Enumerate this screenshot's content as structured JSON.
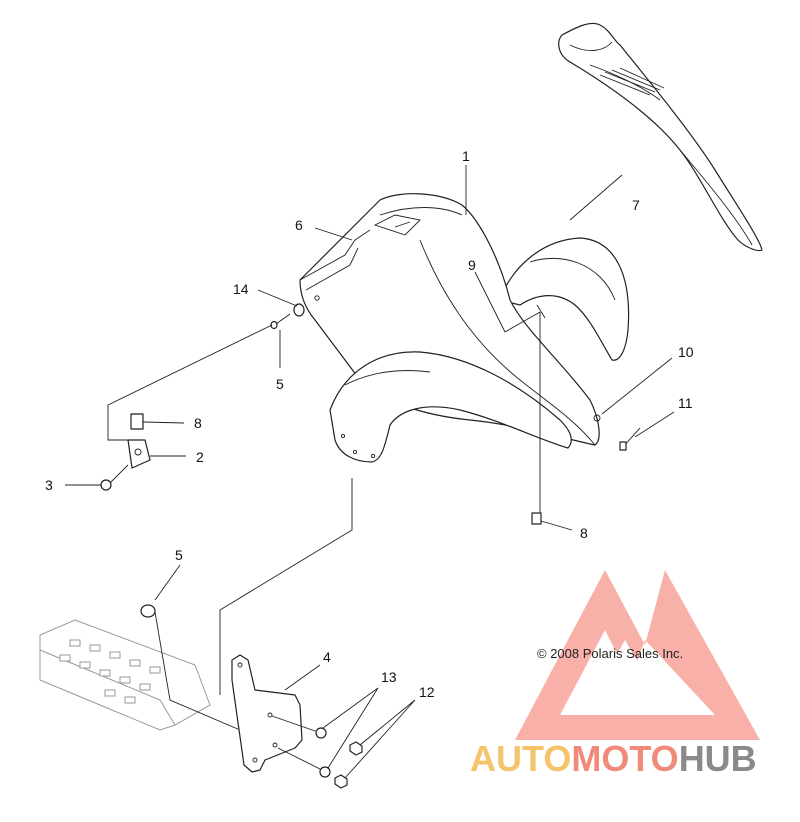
{
  "diagram": {
    "callouts": [
      "1",
      "2",
      "3",
      "4",
      "5",
      "5",
      "6",
      "7",
      "8",
      "8",
      "9",
      "10",
      "11",
      "12",
      "13",
      "14"
    ],
    "copyright": "© 2008 Polaris Sales Inc."
  },
  "watermark": {
    "part1": "AUTO",
    "part2": "MOTO",
    "part3": "HUB",
    "colors": {
      "auto": "#f4c36a",
      "moto": "#f08a7a",
      "hub": "#8a8a8a",
      "logo": "#f7a39a"
    }
  }
}
